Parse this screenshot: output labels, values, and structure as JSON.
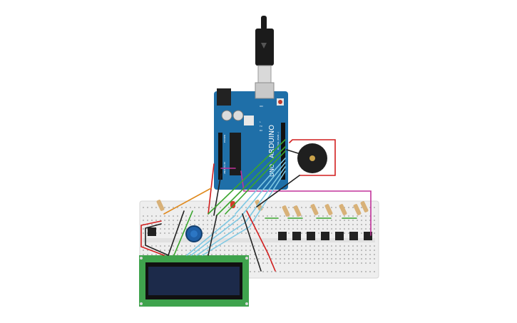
{
  "board": {
    "brand_text": "ARDUINO",
    "model_text": "UNO",
    "header_digital": "DIGITAL (PWM~)",
    "header_power": "POWER",
    "header_analog": "ANALOG IN",
    "led_on": "ON",
    "pin_tx": "TX",
    "pin_rx": "RX",
    "pin_l": "L"
  },
  "components": {
    "usb_cable": "usb-cable",
    "buzzer": "piezo-buzzer",
    "lcd": "lcd-16x2",
    "potentiometer": "potentiometer",
    "led": "red-led",
    "buttons_count_shown": 7,
    "resistors_count_shown": 9
  },
  "colors": {
    "board_blue": "#1f6fa8",
    "wire_red": "#d21f1f",
    "wire_black": "#222222",
    "wire_green": "#3aa52e",
    "wire_lightblue": "#7ec8e3",
    "wire_magenta": "#c2339b",
    "wire_orange": "#e08a1e",
    "lcd_pcb": "#3fa34d",
    "lcd_screen": "#1c2a4a",
    "breadboard": "#eeeeee"
  }
}
